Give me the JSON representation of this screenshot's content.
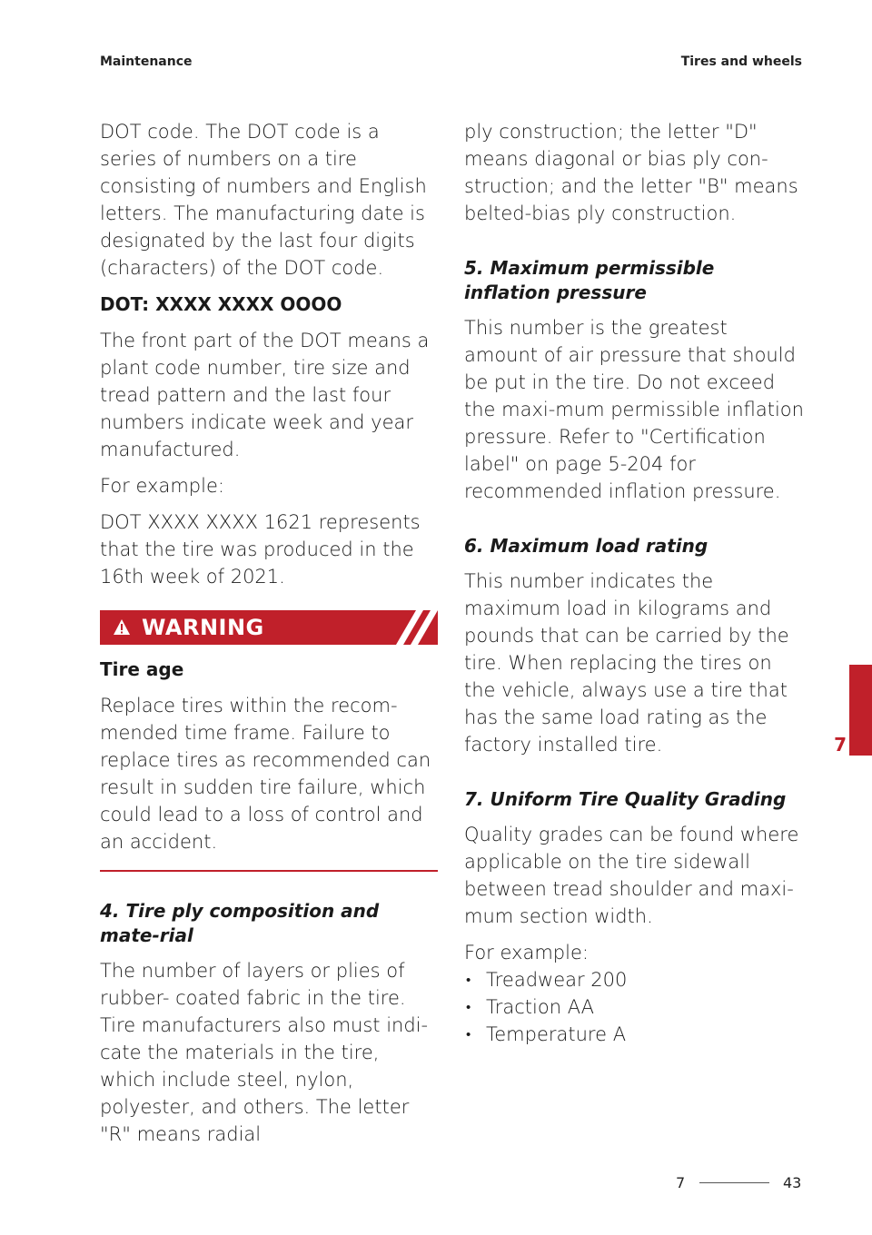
{
  "header": {
    "section": "Maintenance",
    "topic": "Tires and wheels"
  },
  "left": {
    "intro": "DOT code. The DOT code is a series of numbers on a tire consisting of numbers and English letters. The manufacturing date is designated by the last four digits (characters) of the DOT code.",
    "dot_format": "DOT: XXXX XXXX OOOO",
    "dot_explain": "The front part of the DOT means a plant code number, tire size and tread pattern and the last four numbers indicate week and year manufactured.",
    "example_label": "For example:",
    "example_text": "DOT XXXX XXXX 1621 represents that the tire was produced in the 16th week of 2021.",
    "warning": {
      "label": "WARNING",
      "title": "Tire age",
      "body": "Replace tires within the recom-mended time frame. Failure to replace tires as recommended can result in sudden tire failure, which could lead to a loss of control and an accident."
    },
    "section4": {
      "heading": "4. Tire ply composition and mate-rial",
      "body": "The number of layers or plies of rubber- coated fabric in the tire. Tire manufacturers also must indi-cate the materials in the tire, which include steel, nylon, polyester, and others. The letter \"R\" means radial"
    }
  },
  "right": {
    "continuation": "ply construction; the letter \"D\" means diagonal or bias ply con-struction; and the letter \"B\" means belted-bias ply construction.",
    "section5": {
      "heading": "5. Maximum permissible inflation pressure",
      "body": "This number is the greatest amount of air pressure that should be put in the tire. Do not exceed the maxi-mum permissible inflation pressure. Refer to \"Certification label\" on page 5-204 for recommended inflation pressure."
    },
    "section6": {
      "heading": "6. Maximum load rating",
      "body": "This number indicates the maximum load in kilograms and pounds that can be carried by the tire. When replacing the tires on the vehicle, always use a tire that has the same load rating as the factory installed tire."
    },
    "section7": {
      "heading": "7. Uniform Tire Quality Grading",
      "body": "Quality grades can be found where applicable on the tire sidewall between tread shoulder and maxi-mum section width.",
      "example_label": "For example:",
      "items": [
        "Treadwear 200",
        "Traction AA",
        "Temperature A"
      ]
    }
  },
  "chapter_tab": "7",
  "footer": {
    "chapter": "7",
    "page": "43"
  },
  "colors": {
    "accent": "#c0202a"
  },
  "icons": {
    "warning": "warning-triangle-icon"
  }
}
